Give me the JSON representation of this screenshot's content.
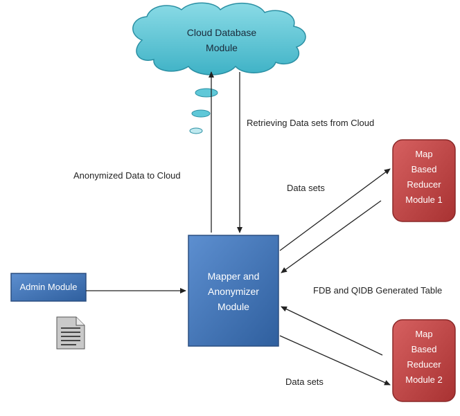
{
  "nodes": {
    "cloud": {
      "line1": "Cloud Database",
      "line2": "Module"
    },
    "mapper": {
      "line1": "Mapper and",
      "line2": "Anonymizer",
      "line3": "Module"
    },
    "admin": {
      "label": "Admin Module"
    },
    "reducer1": {
      "line1": "Map",
      "line2": "Based",
      "line3": "Reducer",
      "line4": "Module 1"
    },
    "reducer2": {
      "line1": "Map",
      "line2": "Based",
      "line3": "Reducer",
      "line4": "Module 2"
    }
  },
  "edges": {
    "retrieving": "Retrieving Data sets from Cloud",
    "anonymized": "Anonymized Data to Cloud",
    "datasets_top": "Data sets",
    "fdb_qidb": "FDB and QIDB Generated Table",
    "datasets_bottom": "Data sets"
  },
  "colors": {
    "cloud_fill": "#5fc8d8",
    "mapper_fill": "#3f74b8",
    "admin_fill": "#3f74b8",
    "reducer_fill": "#c64848",
    "arrow": "#222222"
  },
  "icons": {
    "document": "document-icon"
  }
}
